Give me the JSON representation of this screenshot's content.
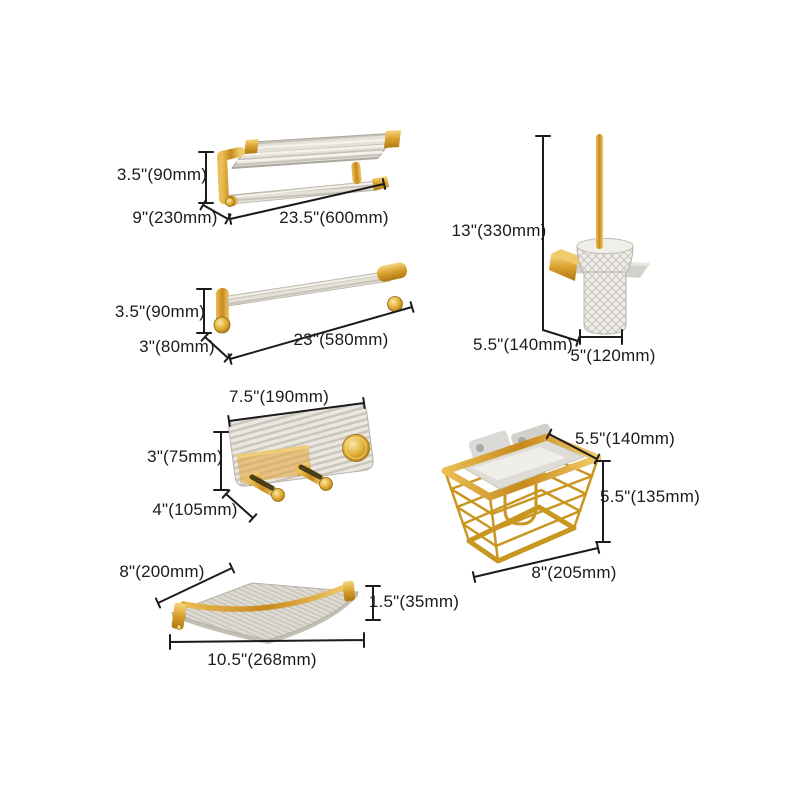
{
  "page": {
    "background": "#ffffff"
  },
  "colors": {
    "gold": "#D29A26",
    "gold_light": "#F2CC6B",
    "gold_dark": "#A97414",
    "silver": "#E0DDD5",
    "dimension_line": "#1B1B1B",
    "text": "#1B1B1B"
  },
  "products": [
    {
      "id": "towel-rack-shelf",
      "dims": {
        "height": "3.5\"(90mm)",
        "depth": "9\"(230mm)",
        "width": "23.5\"(600mm)"
      }
    },
    {
      "id": "toilet-brush-holder",
      "dims": {
        "height": "13\"(330mm)",
        "depth": "5.5\"(140mm)",
        "width": "5\"(120mm)"
      }
    },
    {
      "id": "towel-bar",
      "dims": {
        "height": "3.5\"(90mm)",
        "depth": "3\"(80mm)",
        "width": "23\"(580mm)"
      }
    },
    {
      "id": "robe-hook-rail",
      "dims": {
        "width": "7.5\"(190mm)",
        "height": "3\"(75mm)",
        "depth": "4\"(105mm)"
      }
    },
    {
      "id": "storage-basket",
      "dims": {
        "depth": "5.5\"(140mm)",
        "height": "5.5\"(135mm)",
        "width": "8\"(205mm)"
      }
    },
    {
      "id": "corner-shelf",
      "dims": {
        "depth": "8\"(200mm)",
        "height": "1.5\"(35mm)",
        "width": "10.5\"(268mm)"
      }
    }
  ]
}
